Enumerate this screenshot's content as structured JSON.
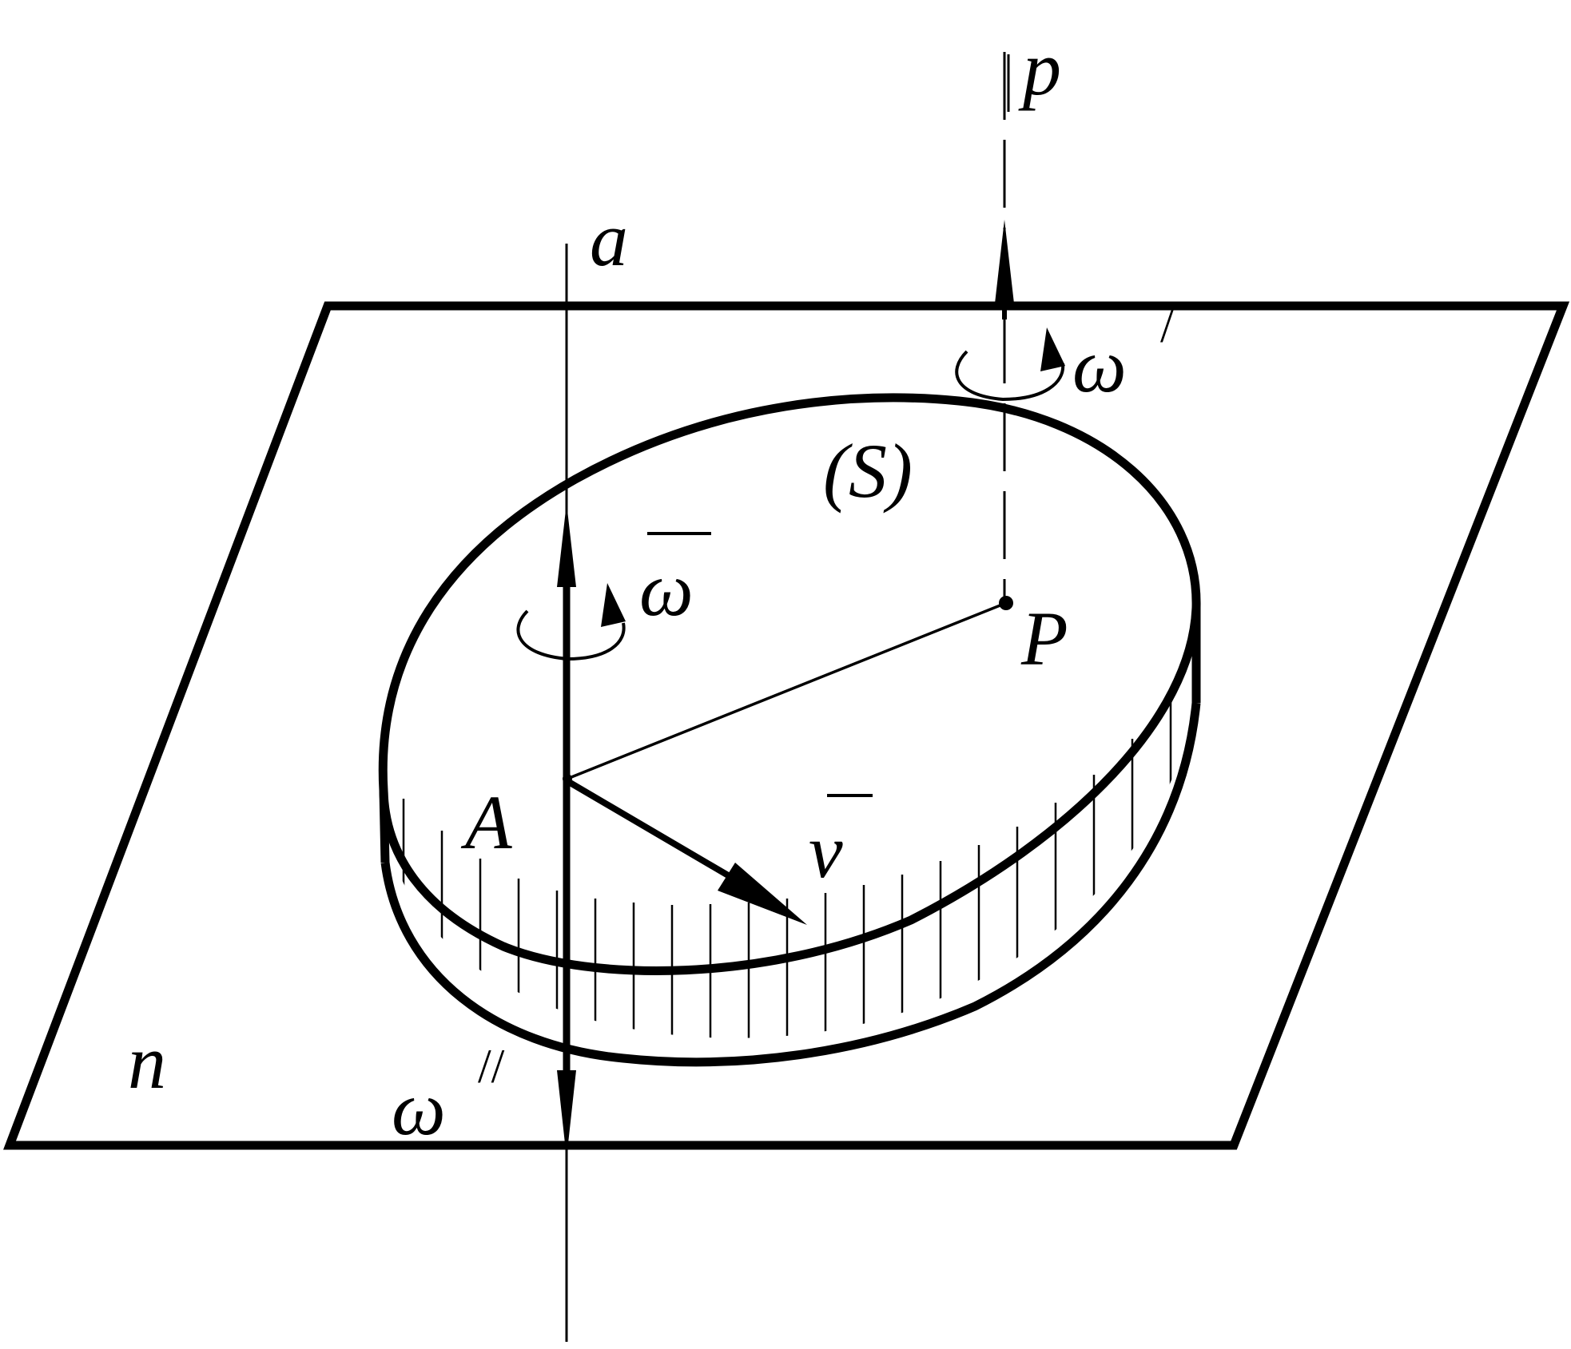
{
  "labels": {
    "axis_a": "a",
    "axis_p": "p",
    "plane": "n",
    "body": "(S)",
    "point_A": "A",
    "point_P": "P",
    "omega": "ω",
    "omega_prime": "ω",
    "omega_prime_mark": "/",
    "omega_double": "ω",
    "omega_double_mark": "//",
    "velocity": "v"
  },
  "colors": {
    "ink": "#000000",
    "background": "#ffffff"
  }
}
